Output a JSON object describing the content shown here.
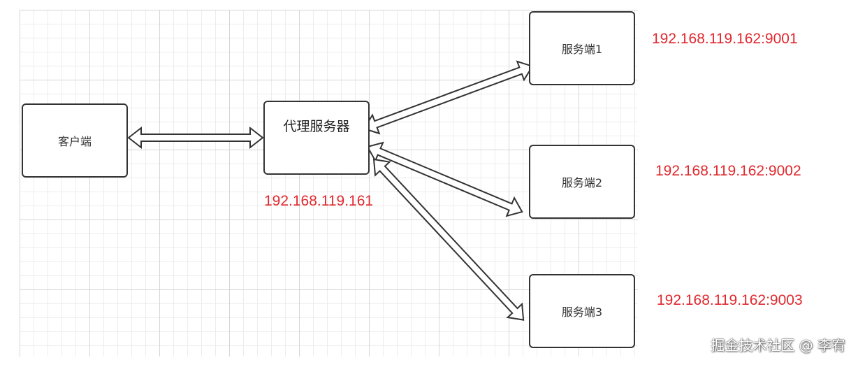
{
  "nodes": {
    "client": "客户端",
    "proxy": "代理服务器",
    "server1": "服务端1",
    "server2": "服务端2",
    "server3": "服务端3"
  },
  "addresses": {
    "proxy": "192.168.119.161",
    "server1": "192.168.119.162:9001",
    "server2": "192.168.119.162:9002",
    "server3": "192.168.119.162:9003"
  },
  "watermark": "掘金技术社区 @ 李宥",
  "colors": {
    "address_text": "#e0282e",
    "node_border": "#333333",
    "grid_line": "#d6d6d6"
  }
}
